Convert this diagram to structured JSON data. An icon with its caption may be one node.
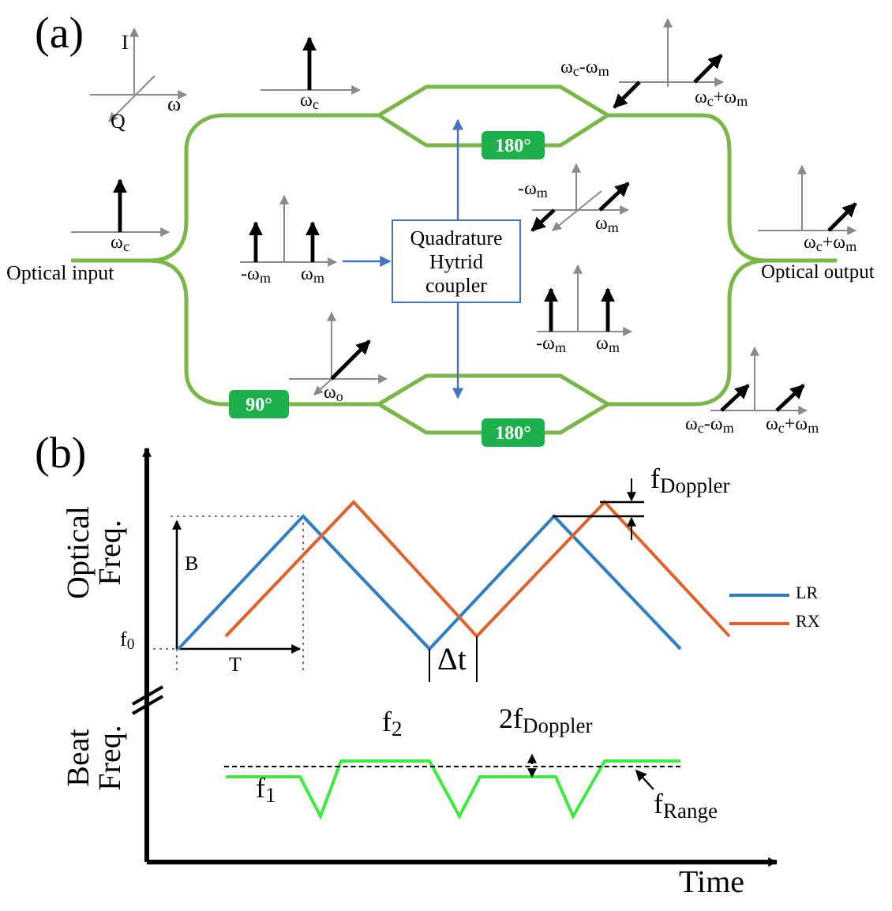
{
  "diagram": {
    "nodes": [
      {
        "text": [
          "Quadrature Hytrid coupler"
        ]
      },
      {
        "text": [
          "180°"
        ]
      },
      {
        "text": [
          "90°"
        ]
      },
      {
        "text": [
          "180°"
        ]
      },
      {
        "text": [
          "f$_{Range}$"
        ]
      },
      {
        "text": [],
        "shape": "picture"
      },
      {
        "text": [],
        "shape": "line"
      }
    ],
    "edges": [
      {
        "from": 5,
        "to": 0,
        "arrow": "to"
      },
      {
        "from": 0,
        "to": 1,
        "arrow": "to"
      },
      {
        "from": 0,
        "to": 3,
        "arrow": "to"
      },
      {
        "from": 4,
        "to": 6,
        "arrow": "to",
        "color": "#000000"
      }
    ],
    "labels": [
      "(a)",
      "I",
      "ω",
      "Q",
      "ω$_{c}$",
      "ω$_{c}$-ω$_{m}$",
      "ω$_{c}$+ω$_{m}$",
      "ω$_{c}$",
      "Optical input",
      "-ω$_{m}$",
      "ω$_{m}$",
      "-ω$_{m}$",
      "ω$_{m}$",
      "ω$_{c}$+ω$_{m}$",
      "Optical output",
      "-ω$_{m}$",
      "ω$_{m}$",
      "ω$_{o}$",
      "ω$_{c}$-ω$_{m}$",
      "ω$_{c}$+ω$_{m}$",
      "(b)",
      "Optical Freq.",
      "f$_{Doppler}$",
      "B",
      "f$_{0}$",
      "T",
      "Δt",
      "Beat Freq.",
      "f$_{2}$",
      "2f$_{Doppler}$",
      "f$_{1}$",
      "Time"
    ],
    "legend": [
      {
        "text": "LR",
        "color": "#2e7ec4"
      },
      {
        "text": "RX",
        "color": "#e0622a"
      }
    ]
  }
}
